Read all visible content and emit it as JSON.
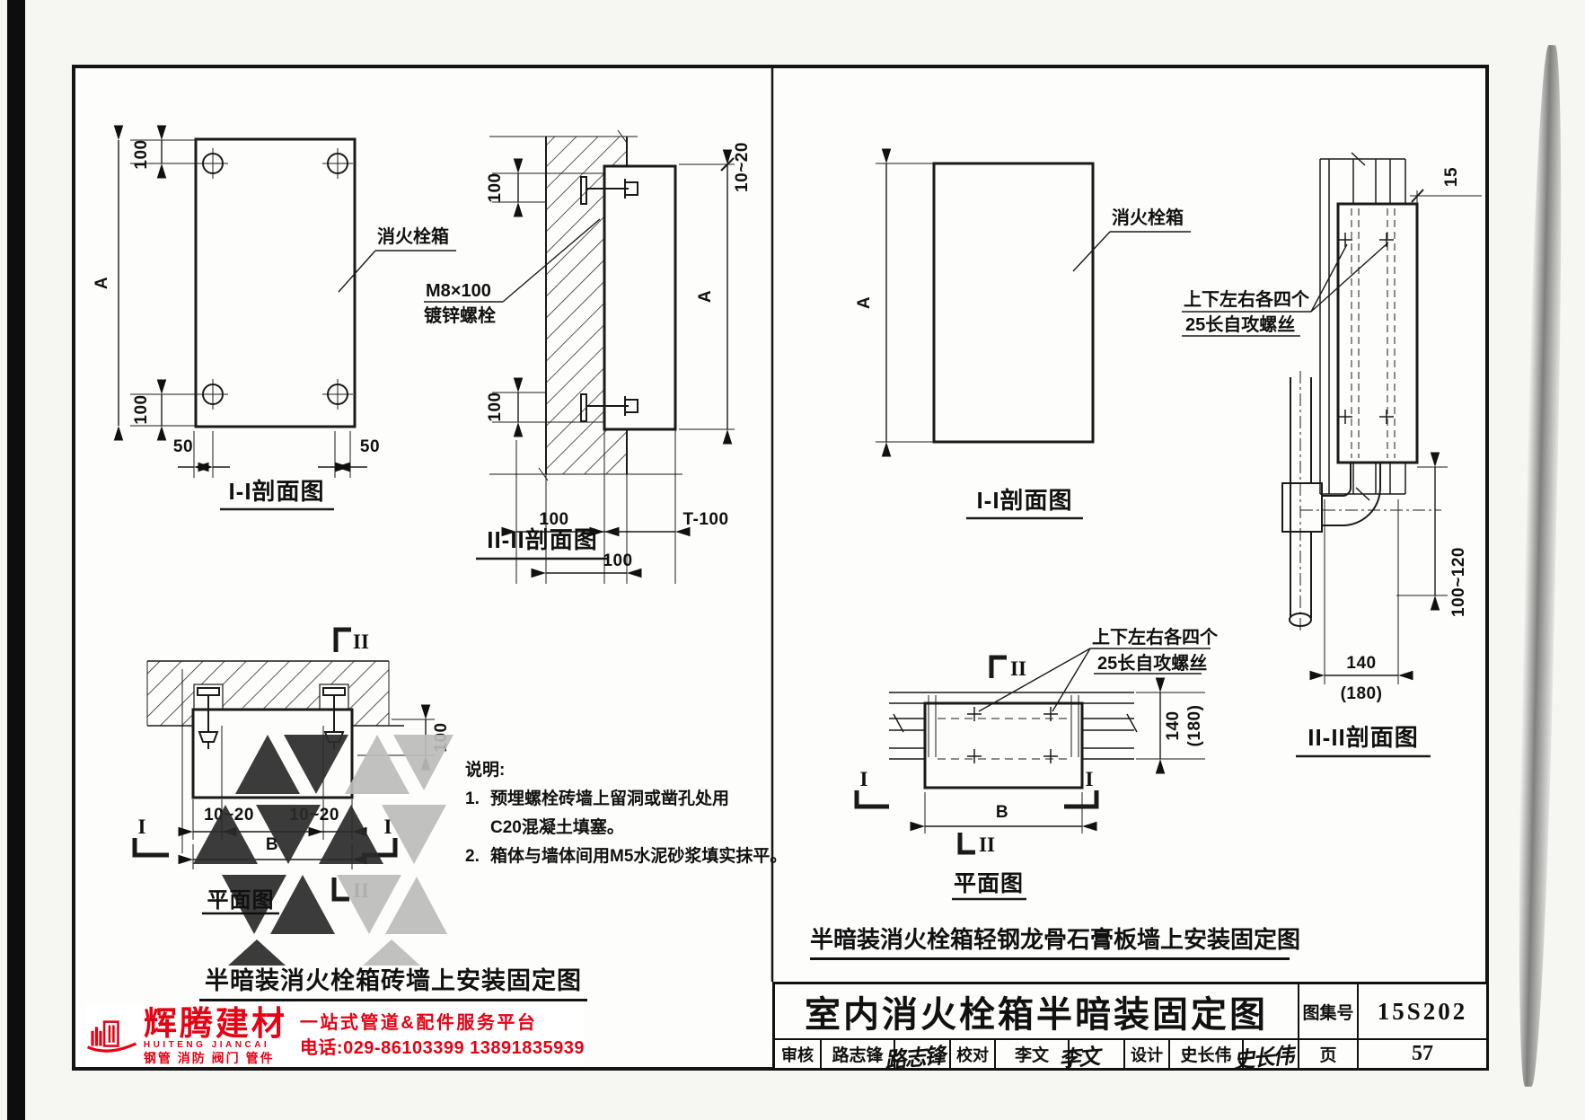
{
  "dims": {
    "a": "A",
    "n100": "100",
    "n50": "50",
    "r1020": "10~20",
    "t100": "T-100",
    "n15": "15",
    "r100120": "100~120",
    "n140": "140",
    "n180": "(180)",
    "b": "B"
  },
  "markers": {
    "i": "I",
    "ii": "II"
  },
  "labels": {
    "hydrant_box": "消火栓箱",
    "bolt_spec": "M8×100",
    "bolt_material": "镀锌螺栓",
    "screws_count": "上下左右各四个",
    "screws_type": "25长自攻螺丝"
  },
  "titles": {
    "section_ii": "I-I剖面图",
    "section_iiii": "II-II剖面图",
    "plan": "平面图",
    "caption_brick": "半暗装消火栓箱砖墙上安装固定图",
    "caption_gypsum": "半暗装消火栓箱轻钢龙骨石膏板墙上安装固定图"
  },
  "notes": {
    "heading": "说明:",
    "item1_no": "1.",
    "item1_line1": "预埋螺栓砖墙上留洞或凿孔处用",
    "item1_line2": "C20混凝土填塞。",
    "item2_no": "2.",
    "item2_text": "箱体与墙体间用M5水泥砂浆填实抹平。"
  },
  "titleblock": {
    "title": "室内消火栓箱半暗装固定图",
    "atlas_label": "图集号",
    "atlas_no": "15S202",
    "page_label": "页",
    "page_no": "57",
    "staff": [
      {
        "label": "审核",
        "name": "路志锋",
        "sig": "路志锋"
      },
      {
        "label": "校对",
        "name": "李文",
        "sig": "李文"
      },
      {
        "label": "设计",
        "name": "史长伟",
        "sig": "史长伟"
      }
    ]
  },
  "logo": {
    "brand": "辉腾建材",
    "brand_en": "HUITENG JIANCAI",
    "products": "钢管 消防 阀门 管件",
    "slogan": "一站式管道&配件服务平台",
    "phone": "电话:029-86103399 13891835939"
  },
  "colors": {
    "accent_red": "#e60113",
    "ink": "#111111",
    "watermark_dark": "#2b2b2b",
    "watermark_light": "#bcbcbc"
  }
}
